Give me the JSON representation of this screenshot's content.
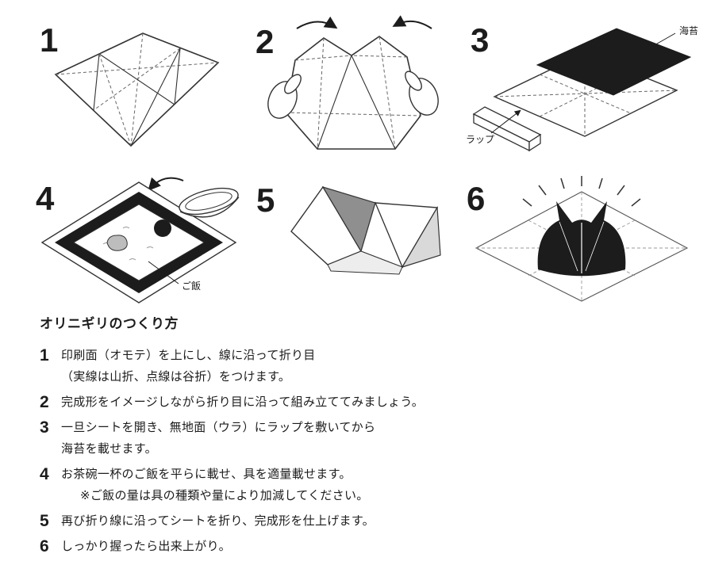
{
  "figures": [
    {
      "num": "1"
    },
    {
      "num": "2"
    },
    {
      "num": "3",
      "labels": {
        "nori": "海苔",
        "wrap": "ラップ"
      }
    },
    {
      "num": "4",
      "labels": {
        "rice": "ご飯"
      }
    },
    {
      "num": "5"
    },
    {
      "num": "6"
    }
  ],
  "instructions": {
    "title": "オリニギリのつくり方",
    "items": [
      {
        "num": "1",
        "lines": [
          "印刷面（オモテ）を上にし、線に沿って折り目",
          "（実線は山折、点線は谷折）をつけます。"
        ]
      },
      {
        "num": "2",
        "lines": [
          "完成形をイメージしながら折り目に沿って組み立ててみましょう。"
        ]
      },
      {
        "num": "3",
        "lines": [
          "一旦シートを開き、無地面（ウラ）にラップを敷いてから",
          "海苔を載せます。"
        ]
      },
      {
        "num": "4",
        "lines": [
          "お茶碗一杯のご飯を平らに載せ、具を適量載せます。",
          "※ご飯の量は具の種類や量により加減してください。"
        ]
      },
      {
        "num": "5",
        "lines": [
          "再び折り線に沿ってシートを折り、完成形を仕上げます。"
        ]
      },
      {
        "num": "6",
        "lines": [
          "しっかり握ったら出来上がり。"
        ]
      }
    ]
  },
  "colors": {
    "ink": "#1c1c1c",
    "nori": "#1c1c1c",
    "gray_dark": "#8f8f8f",
    "gray_light": "#d9d9d9"
  }
}
